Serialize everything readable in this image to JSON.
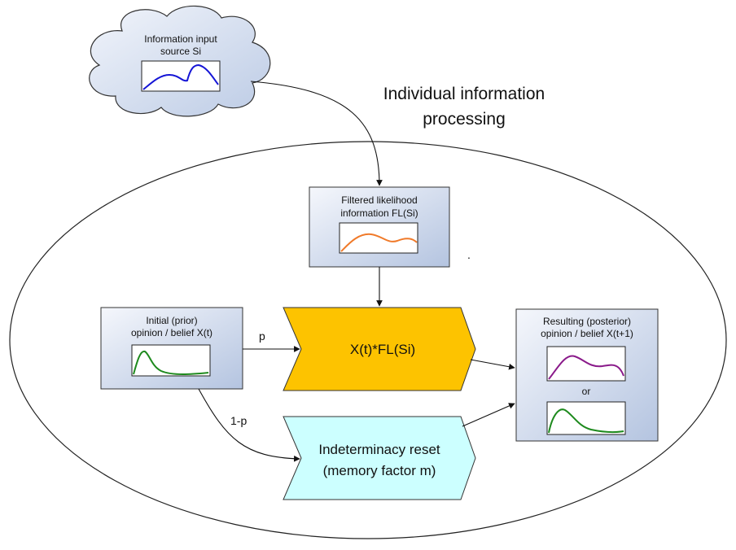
{
  "title": {
    "line1": "Individual information",
    "line2": "processing"
  },
  "source": {
    "label_line1": "Information input",
    "label_line2": "source Si",
    "curve_color": "#1515d6"
  },
  "filtered": {
    "label_line1": "Filtered likelihood",
    "label_line2": "information FL(Si)",
    "curve_color": "#f07a2a"
  },
  "initial": {
    "label_line1": "Initial (prior)",
    "label_line2": "opinion / belief X(t)",
    "curve_color": "#1e8a1e"
  },
  "product": {
    "label": "X(t)*FL(Si)",
    "color": "#fdc300"
  },
  "reset": {
    "label_line1": "Indeterminacy reset",
    "label_line2": "(memory factor m)",
    "color": "#ccffff"
  },
  "resulting": {
    "label_line1": "Resulting (posterior)",
    "label_line2": "opinion / belief X(t+1)",
    "or_label": "or",
    "curve1_color": "#8a1a8a",
    "curve2_color": "#1e8a1e"
  },
  "edges": {
    "p_label": "p",
    "one_minus_p_label": "1-p"
  },
  "stray_mark": "."
}
